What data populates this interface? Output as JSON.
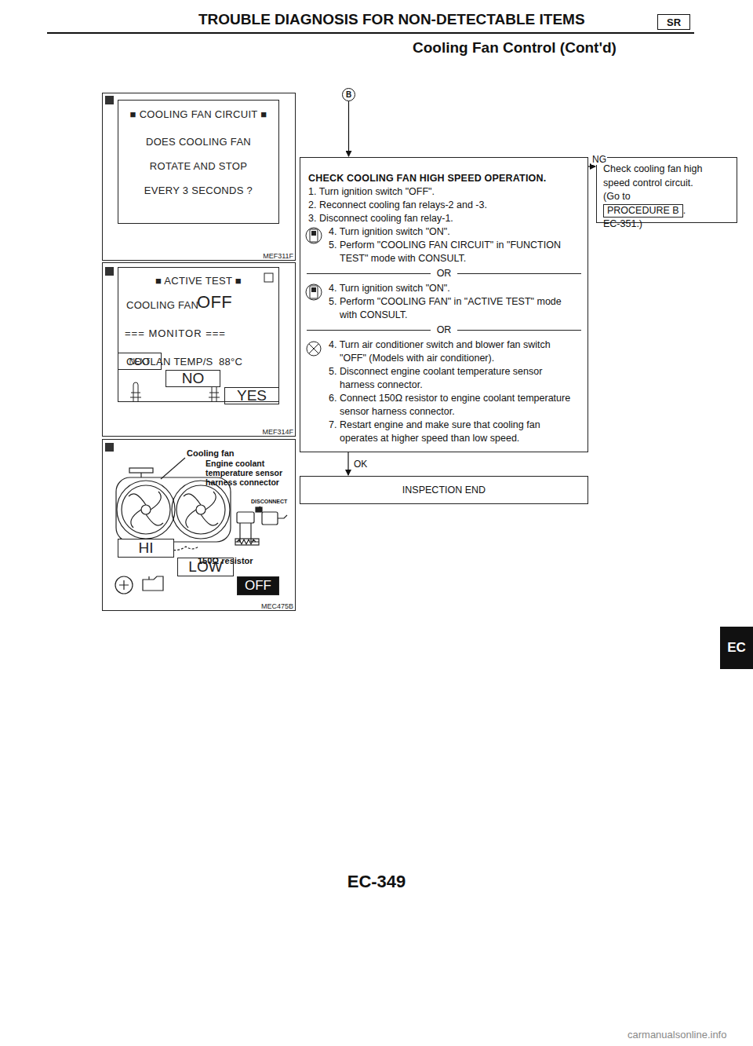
{
  "diagram": {
    "title": "TROUBLE DIAGNOSIS FOR NON-DETECTABLE ITEMS",
    "nodes": [
      {
        "text": [
          "MEF311F"
        ]
      },
      {
        "text": [
          "■ COOLING FAN CIRCUIT ■",
          "DOES COOLING FAN ROTATE AND STOP EVERY 3 SECONDS ?"
        ],
        "in": 0
      },
      {
        "text": [
          "NEXT"
        ],
        "in": 0
      },
      {
        "text": [
          "NO"
        ],
        "in": 0
      },
      {
        "text": [
          "YES"
        ],
        "in": 0
      },
      {
        "text": [
          "MEF314F"
        ]
      },
      {
        "text": [
          "■ ACTIVE TEST ■",
          "COOLING FAN",
          "OFF",
          "=== MONITOR ===",
          "COOLAN TEMP/S",
          "88°C"
        ],
        "in": 5
      },
      {
        "text": [
          "HI"
        ],
        "in": 5
      },
      {
        "text": [
          "LOW"
        ],
        "in": 5
      },
      {
        "text": [
          "OFF"
        ],
        "in": 5
      },
      {
        "text": [
          "MEC475B"
        ]
      },
      {
        "text": [
          "B"
        ]
      },
      {
        "text": [
          "CHECK COOLING FAN HIGH SPEED OPERATION.",
          "1. Turn ignition switch \"OFF\".",
          "2. Reconnect cooling fan relays-2 and -3.",
          "3. Disconnect cooling fan relay-1.",
          "4. Turn ignition switch \"ON\".",
          "5. Perform \"COOLING FAN CIRCUIT\" in \"FUNCTION TEST\" mode with CONSULT.",
          "OR",
          "4. Turn ignition switch \"ON\".",
          "5. Perform \"COOLING FAN\" in \"ACTIVE TEST\" mode with CONSULT.",
          "OR",
          "4. Turn air conditioner switch and blower fan switch \"OFF\" (Models with air conditioner).",
          "5. Disconnect engine coolant temperature sensor harness connector.",
          "6. Connect 150Ω resistor to engine coolant temperature sensor harness connector.",
          "7. Restart engine and make sure that cooling fan operates at higher speed than low speed."
        ]
      },
      {
        "text": [
          "Check cooling fan high speed control circuit.",
          "(Go to",
          "PROCEDURE B",
          ".",
          "EC-351.)"
        ]
      },
      {
        "text": [
          "INSPECTION END"
        ]
      },
      {
        "text": [
          "SR"
        ]
      },
      {
        "text": [
          "EC"
        ]
      }
    ],
    "edges": [
      {
        "from": 11,
        "to": 12,
        "arrow": "to"
      },
      {
        "from": 12,
        "to": 13,
        "label": "NG",
        "arrow": "to"
      },
      {
        "from": 12,
        "to": 14,
        "label": "OK",
        "arrow": "to"
      }
    ],
    "labels": [
      "Cooling Fan Control (Cont'd)",
      "Cooling fan",
      "Engine coolant temperature sensor harness connector",
      "DISCONNECT",
      "150Ω resistor",
      "EC-349",
      "carmanualsonline.info"
    ]
  }
}
